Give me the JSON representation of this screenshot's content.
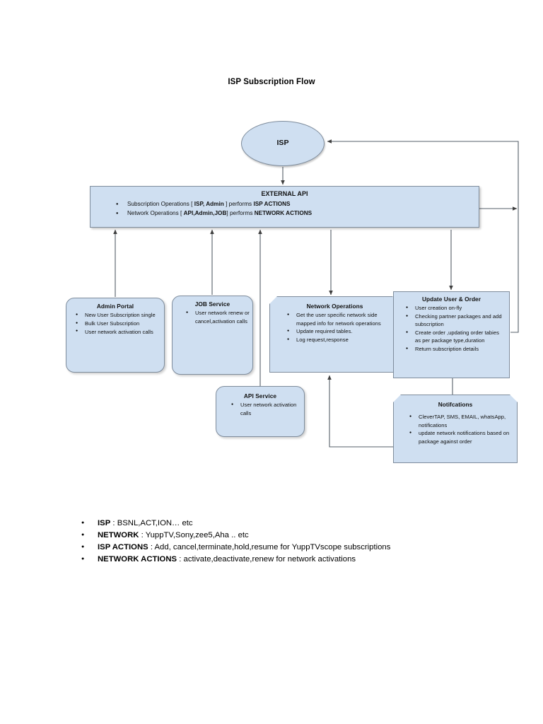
{
  "page": {
    "title": "ISP Subscription Flow",
    "background_color": "#ffffff",
    "node_fill_color": "#cfdff1",
    "node_border_color": "#7e8c9c",
    "connector_color": "#4a4a4a"
  },
  "nodes": {
    "isp": {
      "label": "ISP",
      "shape": "ellipse"
    },
    "external_api": {
      "title": "EXTERNAL API",
      "shape": "rectangle",
      "items": [
        {
          "prefix": "Subscription Operations [ ",
          "bold1": "ISP, Admin",
          "mid": " ]   performs ",
          "bold2": "ISP ACTIONS"
        },
        {
          "prefix": "Network Operations  [ ",
          "bold1": "API,Admin,JOB",
          "mid": "]  performs ",
          "bold2": "NETWORK ACTIONS"
        }
      ]
    },
    "admin_portal": {
      "title": "Admin Portal",
      "shape": "rounded-rectangle",
      "items": [
        "New User Subscription single",
        "Bulk User Subscription",
        "User network activation calls"
      ]
    },
    "job_service": {
      "title": "JOB Service",
      "shape": "rounded-rectangle",
      "items": [
        "User network renew or cancel,activation  calls"
      ]
    },
    "api_service": {
      "title": "API Service",
      "shape": "rounded-rectangle",
      "items": [
        "User network activation calls"
      ]
    },
    "network_operations": {
      "title": "Network Operations",
      "shape": "clipped-corner-rectangle",
      "items": [
        "Get the user specific network side mapped info for  network operations",
        "Update required tables.",
        "Log request,response"
      ]
    },
    "update_user_order": {
      "title": "Update User & Order",
      "shape": "rectangle",
      "items": [
        "User creation on-fly",
        "Checking partner packages and add subscription",
        "Create order ,updating order tabies as per package type,duration",
        "Return subscription details"
      ]
    },
    "notifications": {
      "title": "Notifcations",
      "shape": "clipped-corner-rectangle",
      "items": [
        "CleverTAP, SMS, EMAIL, whatsApp, notifications",
        "update network notifications based on package  against order"
      ]
    }
  },
  "legend": {
    "items": [
      {
        "term": "ISP",
        "separator": " : ",
        "value": "BSNL,ACT,ION… etc"
      },
      {
        "term": "NETWORK",
        "separator": " : ",
        "value": "YuppTV,Sony,zee5,Aha .. etc"
      },
      {
        "term": "ISP ACTIONS",
        "separator": " : ",
        "value": "Add, cancel,terminate,hold,resume for YuppTVscope subscriptions"
      },
      {
        "term": "NETWORK ACTIONS",
        "separator": " : ",
        "value": "activate,deactivate,renew  for network activations"
      }
    ]
  },
  "connectors": [
    {
      "name": "isp-to-external-api",
      "from": "isp",
      "to": "external_api",
      "direction": "down"
    },
    {
      "name": "external-api-to-isp-return",
      "from": "external_api",
      "to": "isp",
      "direction": "right-up-left"
    },
    {
      "name": "admin-portal-to-external-api",
      "from": "admin_portal",
      "to": "external_api",
      "direction": "up"
    },
    {
      "name": "job-service-to-external-api",
      "from": "job_service",
      "to": "external_api",
      "direction": "up"
    },
    {
      "name": "api-service-to-external-api",
      "from": "api_service",
      "to": "external_api",
      "direction": "up"
    },
    {
      "name": "external-api-to-network-operations",
      "from": "external_api",
      "to": "network_operations",
      "direction": "down"
    },
    {
      "name": "external-api-to-update-user-order",
      "from": "external_api",
      "to": "update_user_order",
      "direction": "down"
    },
    {
      "name": "update-user-order-to-notifications",
      "from": "update_user_order",
      "to": "notifications",
      "direction": "down"
    },
    {
      "name": "notifications-to-network-operations",
      "from": "notifications",
      "to": "network_operations",
      "direction": "left-up"
    },
    {
      "name": "right-bus-to-update-user-order",
      "from": "right_bus",
      "to": "update_user_order",
      "direction": "left"
    }
  ]
}
